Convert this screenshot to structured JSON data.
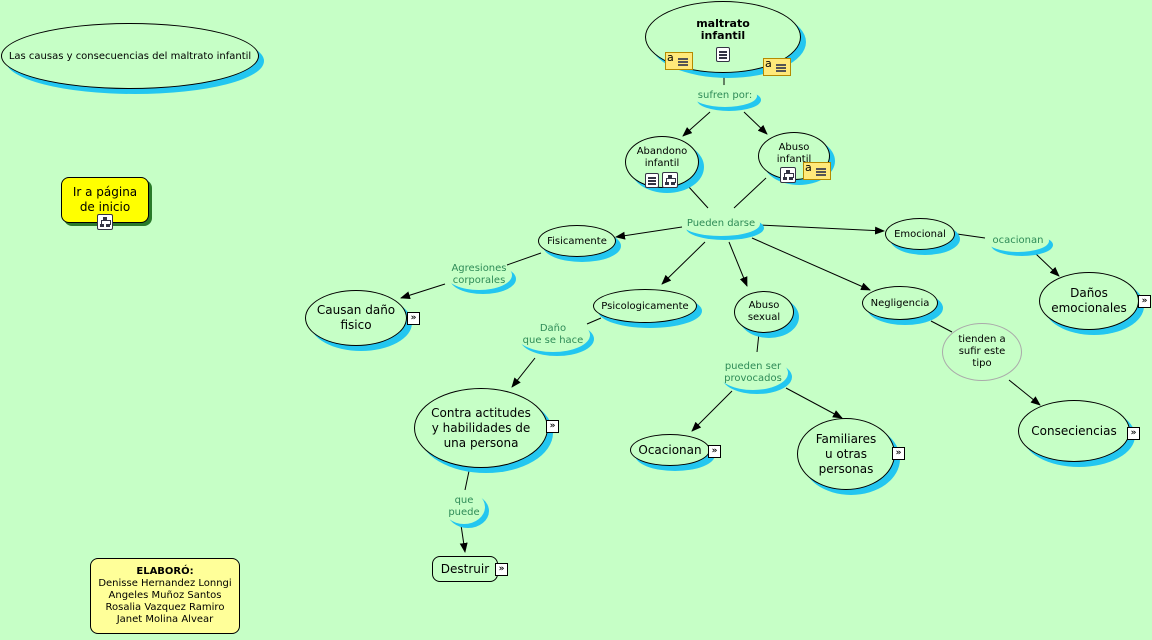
{
  "diagram": {
    "title_node": "Las causas y consecuencias del maltrato infantil",
    "home_button": [
      "Ir a página",
      "de inicio"
    ],
    "credits": {
      "heading": "ELABORÓ:",
      "names": [
        "Denisse Hernandez Lonngi",
        "Angeles Muñoz Santos",
        "Rosalia Vazquez Ramiro",
        "Janet Molina Alvear"
      ]
    },
    "concepts": {
      "maltrato": [
        "maltrato",
        "infantil"
      ],
      "abandono": [
        "Abandono",
        "infantil"
      ],
      "abuso_infantil": [
        "Abuso",
        "infantil"
      ],
      "fisicamente": [
        "Fisicamente"
      ],
      "emocional": [
        "Emocional"
      ],
      "danos_emocionales": [
        "Daños",
        "emocionales"
      ],
      "causan_dano": [
        "Causan daño",
        "fisico"
      ],
      "psicologicamente": [
        "Psicologicamente"
      ],
      "abuso_sexual": [
        "Abuso",
        "sexual"
      ],
      "negligencia": [
        "Negligencia"
      ],
      "contra_actitudes": [
        "Contra actitudes",
        "y habilidades de",
        "una persona"
      ],
      "destruir": [
        "Destruir"
      ],
      "ocacionan_node": [
        "Ocacionan"
      ],
      "familiares": [
        "Familiares",
        "u otras",
        "personas"
      ],
      "consecuencias": [
        "Conseciencias"
      ]
    },
    "linking_phrases": {
      "sufren_por": [
        "sufren por:"
      ],
      "pueden_darse": [
        "Pueden darse"
      ],
      "agresiones": [
        "Agresiones",
        "corporales"
      ],
      "ocacionan_link": [
        "ocacionan"
      ],
      "dano_que_se_hace": [
        "Daño",
        "que se hace"
      ],
      "pueden_ser_provocados": [
        "pueden ser",
        "provocados"
      ],
      "tienden_a_sufrir": [
        "tienden a",
        "sufir este",
        "tipo"
      ],
      "que_puede": [
        "que",
        "puede"
      ]
    },
    "icons": {
      "note": "annotation-note-icon",
      "doc": "document-icon",
      "map": "concept-map-icon",
      "nav": "double-chevron-right-icon",
      "nav_glyph": "»"
    },
    "colors": {
      "background": "#c6ffc6",
      "shadow": "#23c6f0",
      "link_text": "#2e8b57",
      "home_fill": "#ffff00",
      "credits_fill": "#ffff99"
    }
  }
}
